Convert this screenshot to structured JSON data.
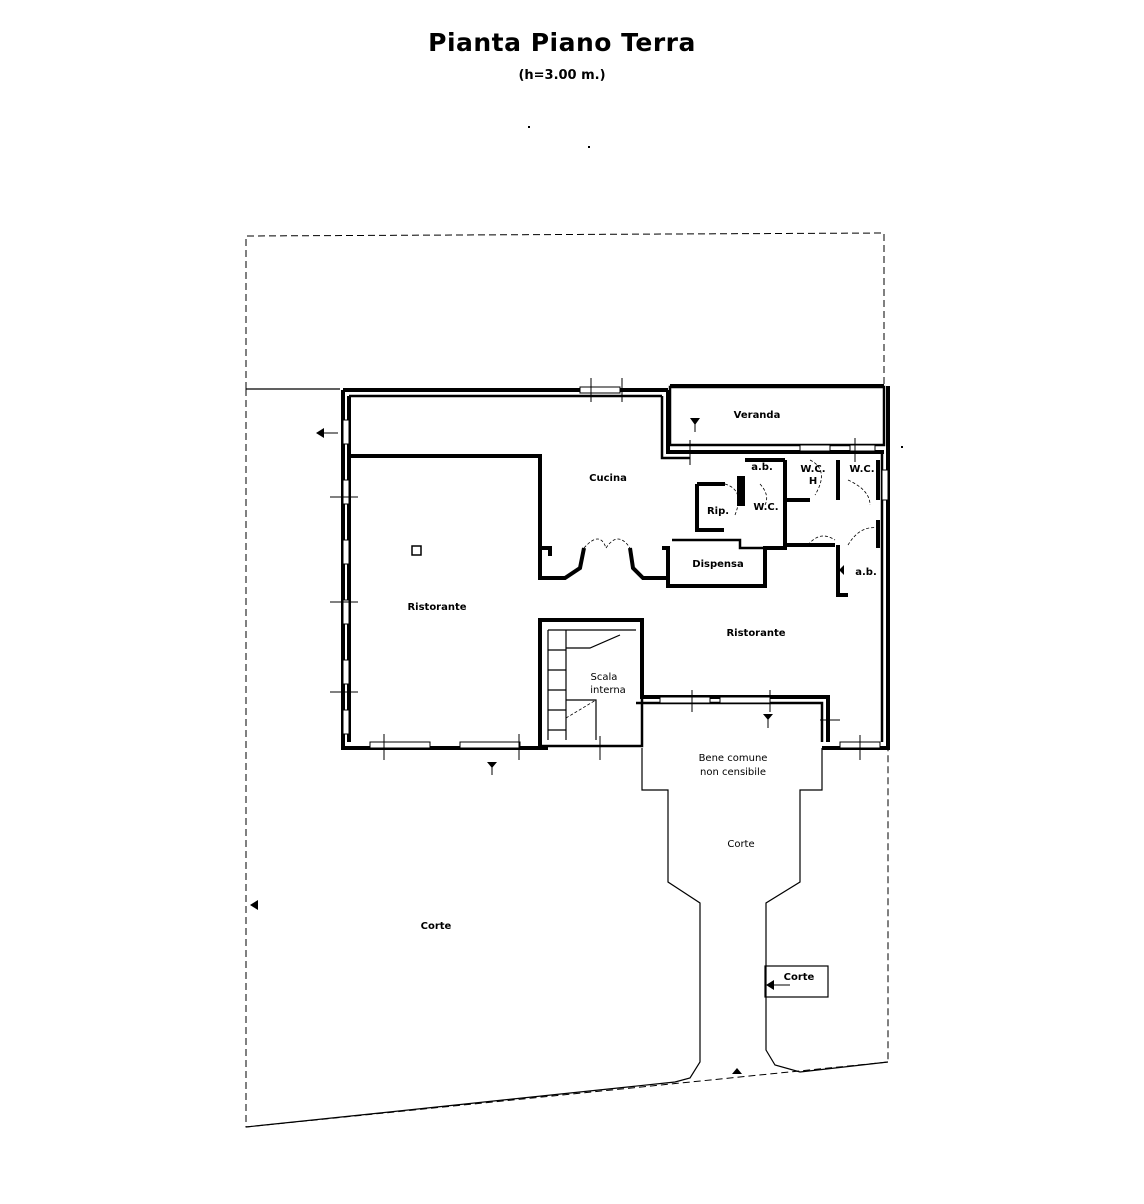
{
  "plan": {
    "title": "Pianta Piano Terra",
    "subtitle": "(h=3.00 m.)"
  },
  "rooms": {
    "veranda": "Veranda",
    "cucina": "Cucina",
    "ab_1": "a.b.",
    "wc_h_line1": "W.C.",
    "wc_h_line2": "H",
    "wc_2": "W.C.",
    "wc_3": "W.C.",
    "rip": "Rip.",
    "dispensa": "Dispensa",
    "ab_2": "a.b.",
    "ristorante_left": "Ristorante",
    "ristorante_right": "Ristorante",
    "scala_line1": "Scala",
    "scala_line2": "interna",
    "bene_line1": "Bene comune",
    "bene_line2": "non censibile",
    "corte_center": "Corte",
    "corte_left": "Corte",
    "corte_small": "Corte"
  }
}
